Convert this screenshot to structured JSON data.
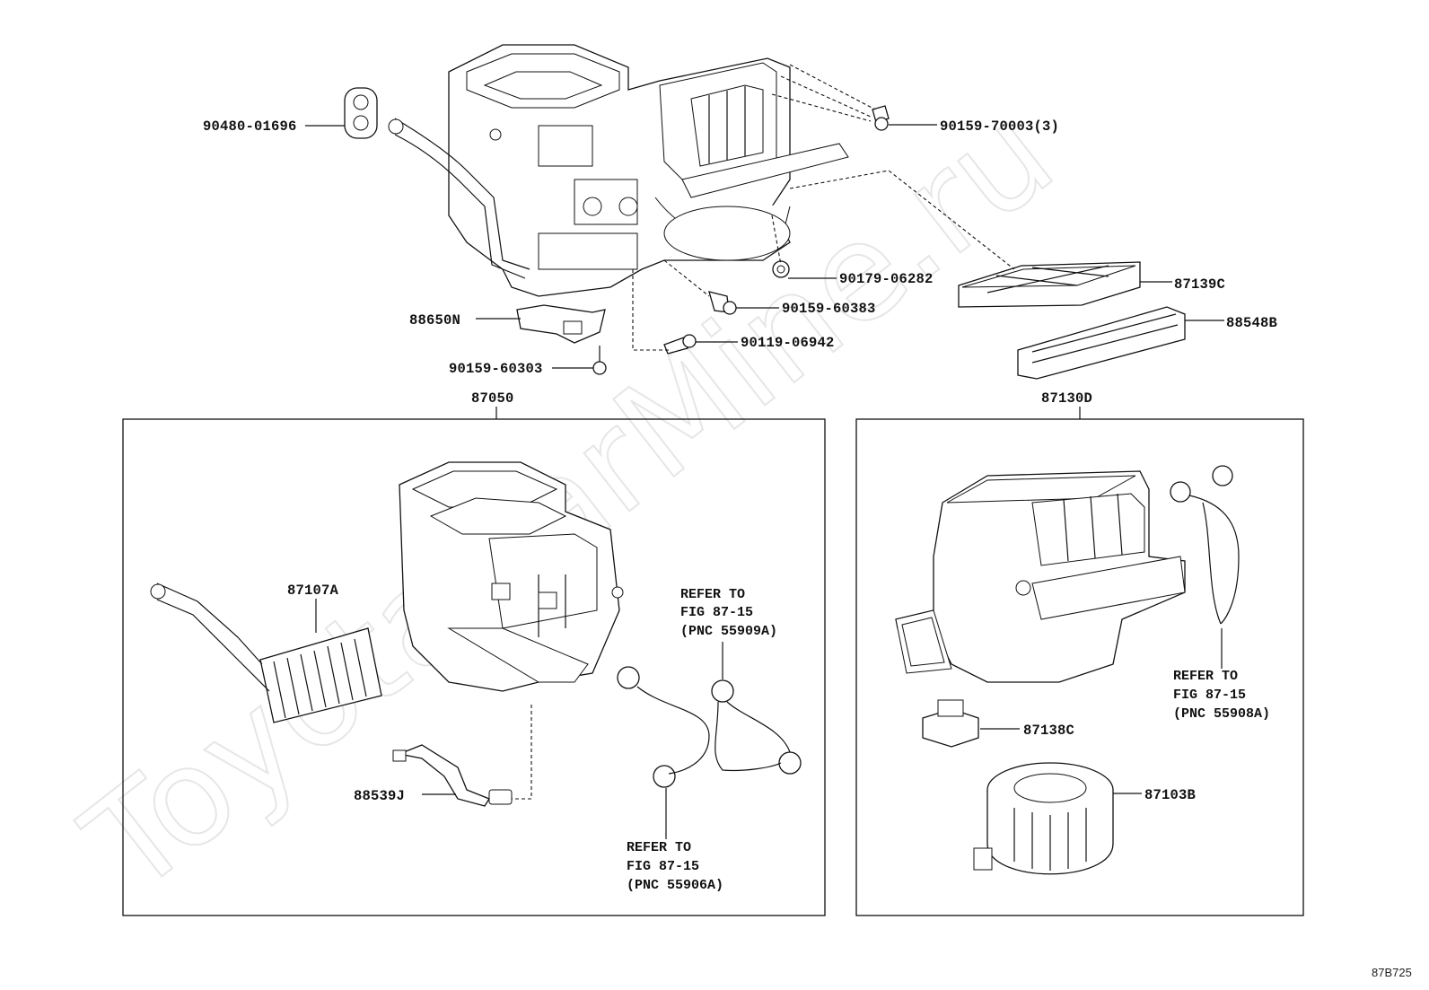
{
  "watermark": "ToyotaCarMine.ru",
  "figure_code": "87B725",
  "labels": {
    "p1": "90480-01696",
    "p2": "90159-70003(3)",
    "p3": "90179-06282",
    "p4": "87139C",
    "p5": "90159-60383",
    "p6": "88548B",
    "p7": "88650N",
    "p8": "90119-06942",
    "p9": "90159-60303",
    "p10": "87050",
    "p11": "87130D",
    "p12": "87107A",
    "p13": "88539J",
    "p14": "87138C",
    "p15": "87103B"
  },
  "refs": {
    "r1": [
      "REFER TO",
      "FIG 87-15",
      "(PNC 55909A)"
    ],
    "r2": [
      "REFER TO",
      "FIG 87-15",
      "(PNC 55906A)"
    ],
    "r3": [
      "REFER TO",
      "FIG 87-15",
      "(PNC 55908A)"
    ]
  }
}
